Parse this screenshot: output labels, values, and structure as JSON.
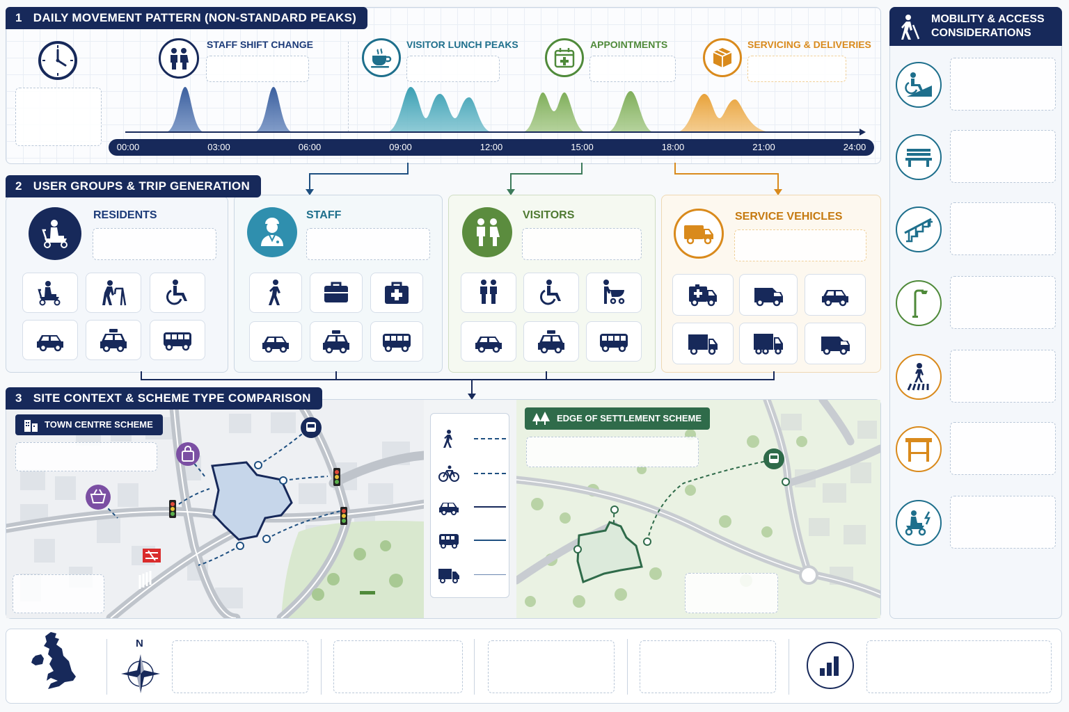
{
  "section1": {
    "num": "1",
    "title": "DAILY MOVEMENT PATTERN (NON-STANDARD PEAKS)",
    "peak_labels": [
      {
        "text": "STAFF SHIFT CHANGE",
        "color": "#1b3a78"
      },
      {
        "text": "VISITOR LUNCH PEAKS",
        "color": "#1e6f8c"
      },
      {
        "text": "APPOINTMENTS",
        "color": "#4f8a3a"
      },
      {
        "text": "SERVICING & DELIVERIES",
        "color": "#d98a1c"
      }
    ],
    "timeline": [
      "00:00",
      "03:00",
      "06:00",
      "09:00",
      "12:00",
      "15:00",
      "18:00",
      "21:00",
      "24:00"
    ]
  },
  "section2": {
    "num": "2",
    "title": "USER GROUPS & TRIP GENERATION",
    "groups": [
      {
        "name": "RESIDENTS",
        "color": "#1b3a78",
        "tiles": [
          "mobility-scooter-icon",
          "walking-frame-icon",
          "wheelchair-icon",
          "car-icon",
          "taxi-icon",
          "minibus-icon"
        ]
      },
      {
        "name": "STAFF",
        "color": "#1e6f8c",
        "tiles": [
          "pedestrian-icon",
          "briefcase-icon",
          "first-aid-kit-icon",
          "car-icon",
          "taxi-icon",
          "minibus-icon"
        ]
      },
      {
        "name": "VISITORS",
        "color": "#4f8a3a",
        "tiles": [
          "couple-icon",
          "wheelchair-icon",
          "pram-icon",
          "car-icon",
          "taxi-icon",
          "minibus-icon"
        ]
      },
      {
        "name": "SERVICE VEHICLES",
        "color": "#d98a1c",
        "tiles": [
          "ambulance-icon",
          "van-icon",
          "car-icon",
          "box-truck-icon",
          "rigid-lorry-icon",
          "van-icon"
        ]
      }
    ]
  },
  "section3": {
    "num": "3",
    "title": "SITE CONTEXT & SCHEME TYPE COMPARISON",
    "town_label": "TOWN CENTRE SCHEME",
    "edge_label": "EDGE OF SETTLEMENT SCHEME",
    "legend": [
      "pedestrian-icon",
      "bicycle-icon",
      "car-icon",
      "bus-icon",
      "lorry-icon"
    ]
  },
  "mobility": {
    "title_line1": "MOBILITY & ACCESS",
    "title_line2": "CONSIDERATIONS",
    "items": [
      {
        "icon": "accessible-ramp-icon",
        "color": "#1e6f8c"
      },
      {
        "icon": "bench-icon",
        "color": "#1e6f8c"
      },
      {
        "icon": "handrail-steps-icon",
        "color": "#1e6f8c"
      },
      {
        "icon": "street-lamp-icon",
        "color": "#4f8a3a"
      },
      {
        "icon": "pedestrian-crossing-icon",
        "color": "#d98a1c"
      },
      {
        "icon": "bus-shelter-icon",
        "color": "#d98a1c"
      },
      {
        "icon": "mobility-scooter-charging-icon",
        "color": "#1e6f8c"
      }
    ]
  },
  "footer": {
    "compass_label": "N"
  },
  "colors": {
    "navy": "#17295a",
    "staff_blue": "#2f5a9a",
    "teal": "#3a9fb3",
    "green": "#7fae5a",
    "orange": "#e8a23a"
  }
}
